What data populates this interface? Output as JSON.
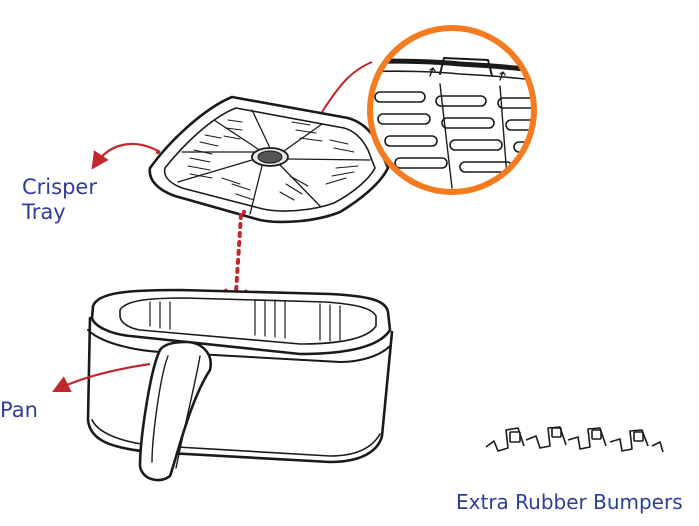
{
  "labels": {
    "crisper_line1": "Crisper",
    "crisper_line2": "Tray",
    "pan": "Pan",
    "extra_bumpers": "Extra Rubber Bumpers"
  },
  "colors": {
    "label_text": "#2f3c9a",
    "leader_arrow": "#c1272d",
    "magnifier_ring": "#f47b20",
    "line_art": "#1a1a1a"
  },
  "icons": [
    "crisper-tray-illustration",
    "pan-illustration",
    "magnifier-detail",
    "rubber-bumpers-illustration"
  ]
}
